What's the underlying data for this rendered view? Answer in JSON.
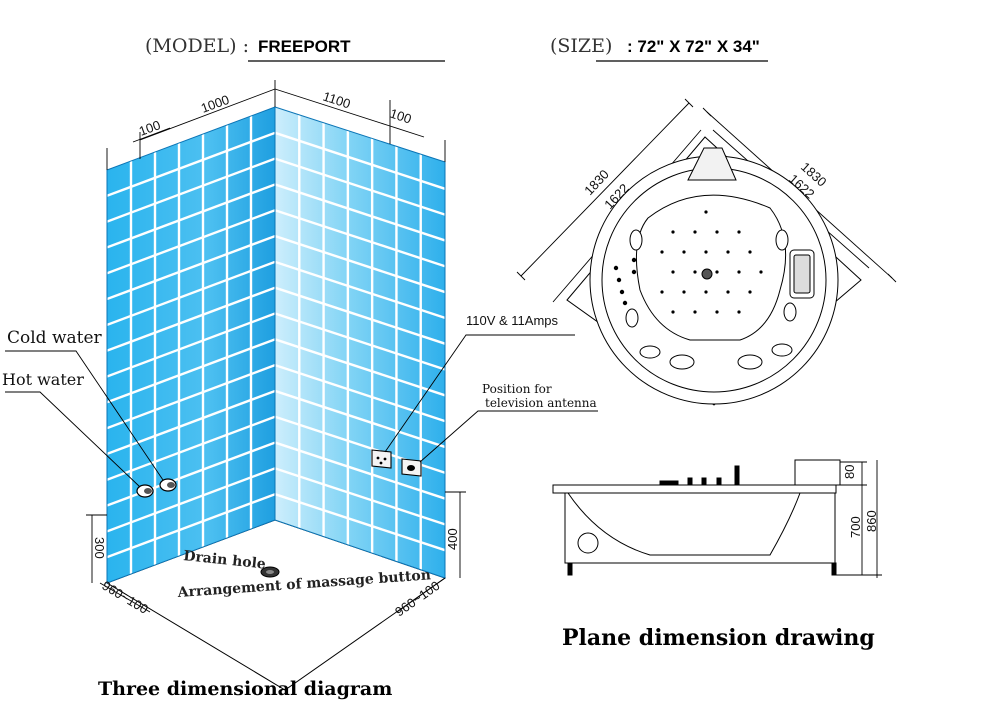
{
  "header": {
    "model_label": "(MODEL)  :",
    "model_value": "FREEPORT",
    "size_label": "(SIZE)",
    "size_value": ": 72\" X 72\" X 34\""
  },
  "three_d": {
    "dims": {
      "left_offset": "100",
      "left_width": "1000",
      "right_width": "1100",
      "right_offset": "100",
      "left_height": "300",
      "right_height": "400",
      "left_floor": "960~100",
      "right_floor": "960~100"
    },
    "callouts": {
      "cold_water": "Cold water",
      "hot_water": "Hot water",
      "power": "110V & 11Amps",
      "tv_line1": "Position for",
      "tv_line2": "television antenna",
      "drain": "Drain hole",
      "massage": "Arrangement of massage button"
    },
    "caption": "Three dimensional diagram"
  },
  "plan": {
    "dims": {
      "outer_left": "1830",
      "inner_left": "1622",
      "outer_right": "1830",
      "inner_right": "1622",
      "side_80": "80",
      "side_700": "700",
      "side_860": "860"
    },
    "caption": "Plane dimension drawing"
  },
  "colors": {
    "tile_light": "#c8ecfb",
    "tile_mid": "#5fc7f2",
    "tile_dark": "#1aa6e6",
    "grout": "#ffffff",
    "line": "#000000"
  }
}
